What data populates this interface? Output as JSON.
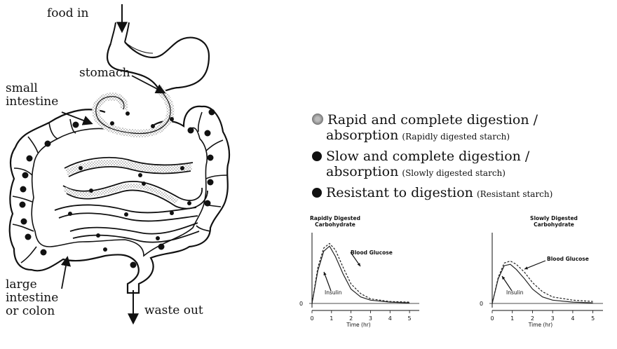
{
  "labels": {
    "food_in": "food in",
    "stomach": "stomach",
    "small_intestine": [
      "small",
      "intestine"
    ],
    "large_intestine": [
      "large",
      "intestine",
      "or colon"
    ],
    "waste_out": "waste out"
  },
  "legend": [
    {
      "line1": "Rapid and complete digestion /",
      "line2_main": "absorption",
      "line2_sub": "(Rapidly digested starch)",
      "marker": "dotted-circle",
      "color": "#9a9a9a"
    },
    {
      "line1": "Slow and complete digestion /",
      "line2_main": "absorption",
      "line2_sub": "(Slowly digested starch)",
      "marker": "filled-circle",
      "color": "#111111"
    },
    {
      "line1_main": "Resistant to digestion",
      "line1_sub": "(Resistant starch)",
      "marker": "filled-circle",
      "color": "#111111"
    }
  ],
  "chart_data": [
    {
      "type": "line",
      "title": "Rapidly Digested Carbohydrate",
      "title_lines": [
        "Rapidly Digested",
        "Carbohydrate"
      ],
      "xlabel": "Time (hr)",
      "x_ticks": [
        "0",
        "1",
        "2",
        "3",
        "4",
        "5"
      ],
      "y_tick": "0",
      "xlim": [
        0,
        5.5
      ],
      "ylim": [
        0,
        1
      ],
      "series": [
        {
          "name": "Blood Glucose",
          "style": "dashed",
          "x": [
            0,
            0.3,
            0.6,
            0.9,
            1.2,
            1.6,
            2.0,
            2.5,
            3.0,
            4.0,
            5.0
          ],
          "y": [
            0,
            0.55,
            0.85,
            0.92,
            0.82,
            0.55,
            0.3,
            0.15,
            0.07,
            0.03,
            0.02
          ]
        },
        {
          "name": "Insulin",
          "style": "solid",
          "x": [
            0,
            0.3,
            0.6,
            0.9,
            1.2,
            1.6,
            2.0,
            2.5,
            3.0,
            4.0,
            5.0
          ],
          "y": [
            0,
            0.5,
            0.8,
            0.88,
            0.72,
            0.45,
            0.22,
            0.1,
            0.05,
            0.02,
            0.01
          ]
        }
      ]
    },
    {
      "type": "line",
      "title": "Slowly Digested Carbohydrate",
      "title_lines": [
        "Slowly Digested",
        "Carbohydrate"
      ],
      "xlabel": "Time (hr)",
      "x_ticks": [
        "0",
        "1",
        "2",
        "3",
        "4",
        "5"
      ],
      "y_tick": "0",
      "xlim": [
        0,
        5.5
      ],
      "ylim": [
        0,
        1
      ],
      "series": [
        {
          "name": "Blood Glucose",
          "style": "dashed",
          "x": [
            0,
            0.3,
            0.6,
            0.9,
            1.2,
            1.6,
            2.0,
            2.5,
            3.0,
            4.0,
            5.0
          ],
          "y": [
            0,
            0.4,
            0.62,
            0.65,
            0.6,
            0.48,
            0.32,
            0.18,
            0.1,
            0.05,
            0.03
          ]
        },
        {
          "name": "Insulin",
          "style": "solid",
          "x": [
            0,
            0.3,
            0.6,
            0.9,
            1.2,
            1.6,
            2.0,
            2.5,
            3.0,
            4.0,
            5.0
          ],
          "y": [
            0,
            0.38,
            0.58,
            0.6,
            0.52,
            0.38,
            0.22,
            0.1,
            0.05,
            0.02,
            0.01
          ]
        }
      ]
    }
  ]
}
